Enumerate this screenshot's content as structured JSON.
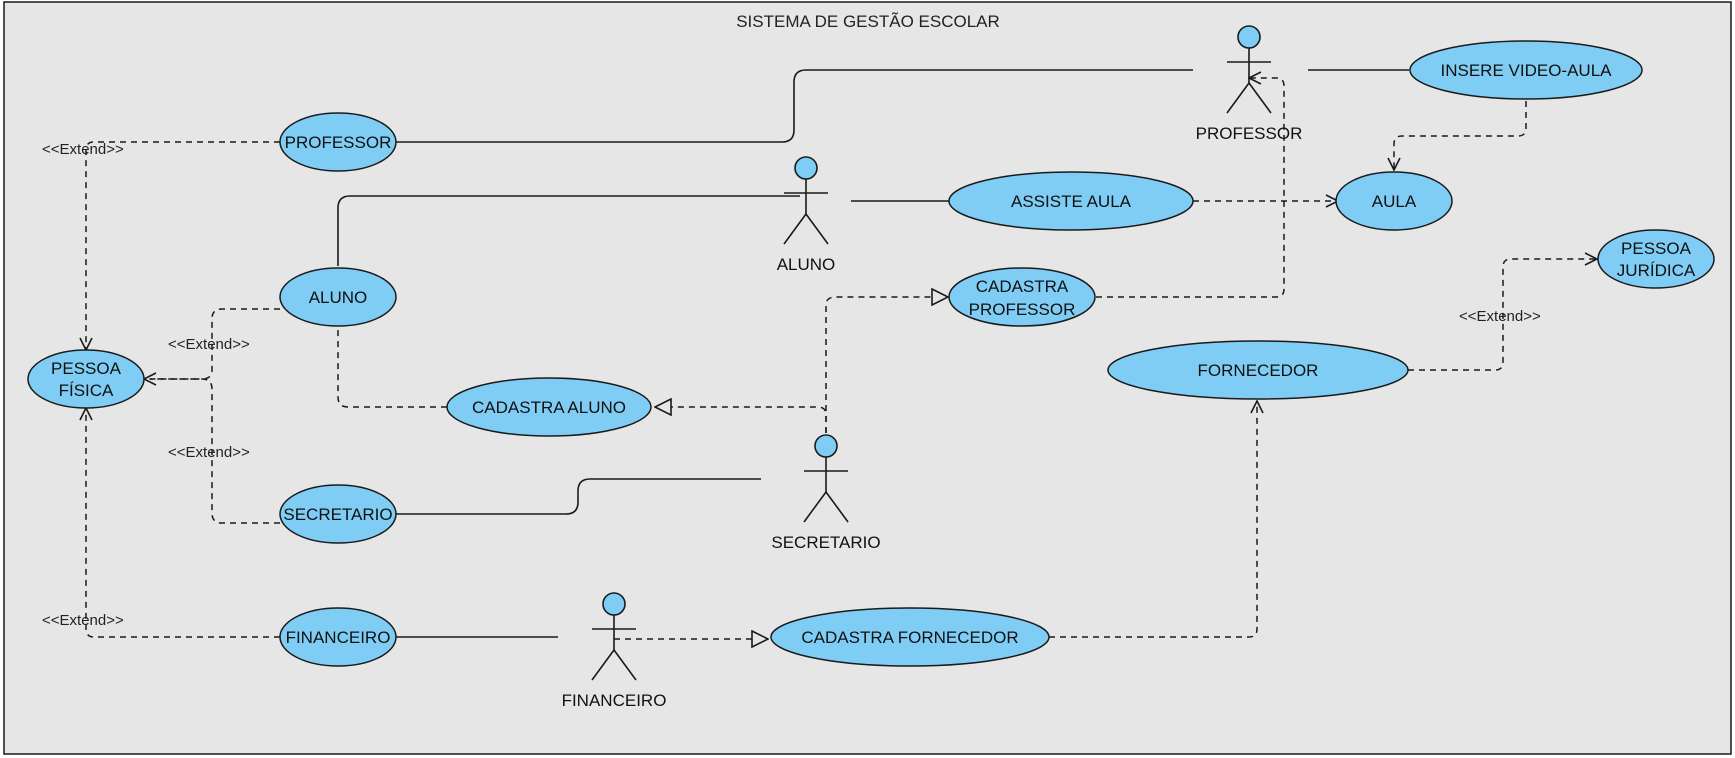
{
  "diagram": {
    "title": "SISTEMA DE GESTÃO ESCOLAR",
    "colors": {
      "background": "#e6e6e6",
      "usecase_fill": "#7fcdf5",
      "stroke": "#1a1a1a"
    },
    "actors": {
      "professor": "PROFESSOR",
      "aluno": "ALUNO",
      "secretario": "SECRETARIO",
      "financeiro": "FINANCEIRO"
    },
    "usecases": {
      "professor": [
        "PROFESSOR"
      ],
      "aluno": [
        "ALUNO"
      ],
      "secretario": [
        "SECRETARIO"
      ],
      "financeiro": [
        "FINANCEIRO"
      ],
      "pessoa_fisica": [
        "PESSOA",
        "FÍSICA"
      ],
      "cadastra_aluno": [
        "CADASTRA ALUNO"
      ],
      "cadastra_professor": [
        "CADASTRA",
        "PROFESSOR"
      ],
      "assiste_aula": [
        "ASSISTE AULA"
      ],
      "aula": [
        "AULA"
      ],
      "insere_video_aula": [
        "INSERE VIDEO-AULA"
      ],
      "pessoa_juridica": [
        "PESSOA",
        "JURÍDICA"
      ],
      "fornecedor": [
        "FORNECEDOR"
      ],
      "cadastra_fornecedor": [
        "CADASTRA FORNECEDOR"
      ]
    },
    "stereotypes": {
      "extend_professor": "<<Extend>>",
      "extend_aluno": "<<Extend>>",
      "extend_secretario": "<<Extend>>",
      "extend_financeiro": "<<Extend>>",
      "extend_fornecedor": "<<Extend>>"
    }
  }
}
